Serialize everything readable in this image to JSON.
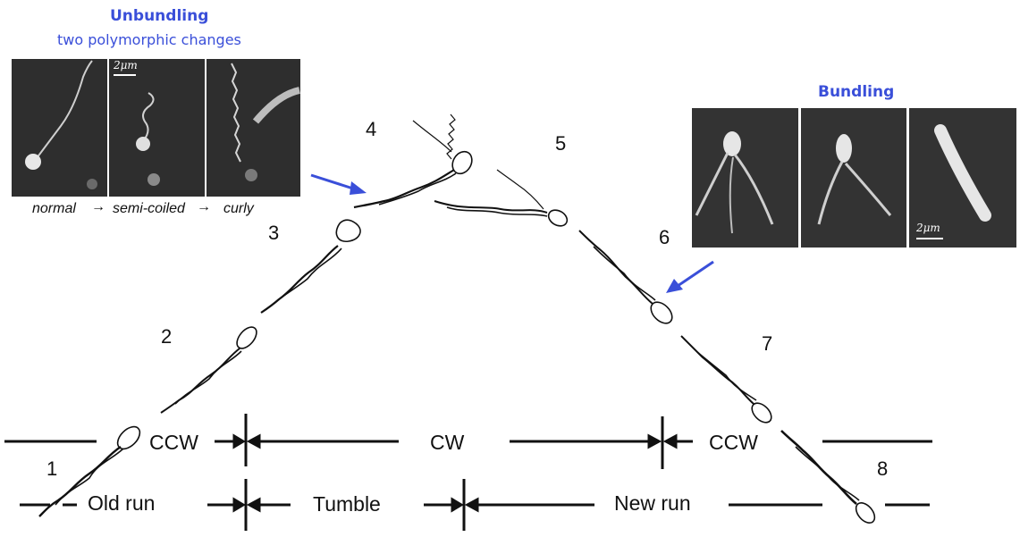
{
  "unbundling": {
    "title": "Unbundling",
    "subtitle": "two polymorphic changes",
    "scale_label": "2μm",
    "sequence": [
      "normal",
      "→",
      "semi-coiled",
      "→",
      "curly"
    ]
  },
  "bundling": {
    "title": "Bundling",
    "scale_label": "2μm"
  },
  "stage_numbers": [
    "1",
    "2",
    "3",
    "4",
    "5",
    "6",
    "7",
    "8"
  ],
  "rotation_row": {
    "left": "CCW",
    "middle": "CW",
    "right": "CCW"
  },
  "phase_row": {
    "left": "Old run",
    "middle": "Tumble",
    "right": "New run"
  },
  "colors": {
    "accent": "#3a4fd9",
    "ink": "#111111",
    "micrograph_bg": "#2b2b2b"
  }
}
